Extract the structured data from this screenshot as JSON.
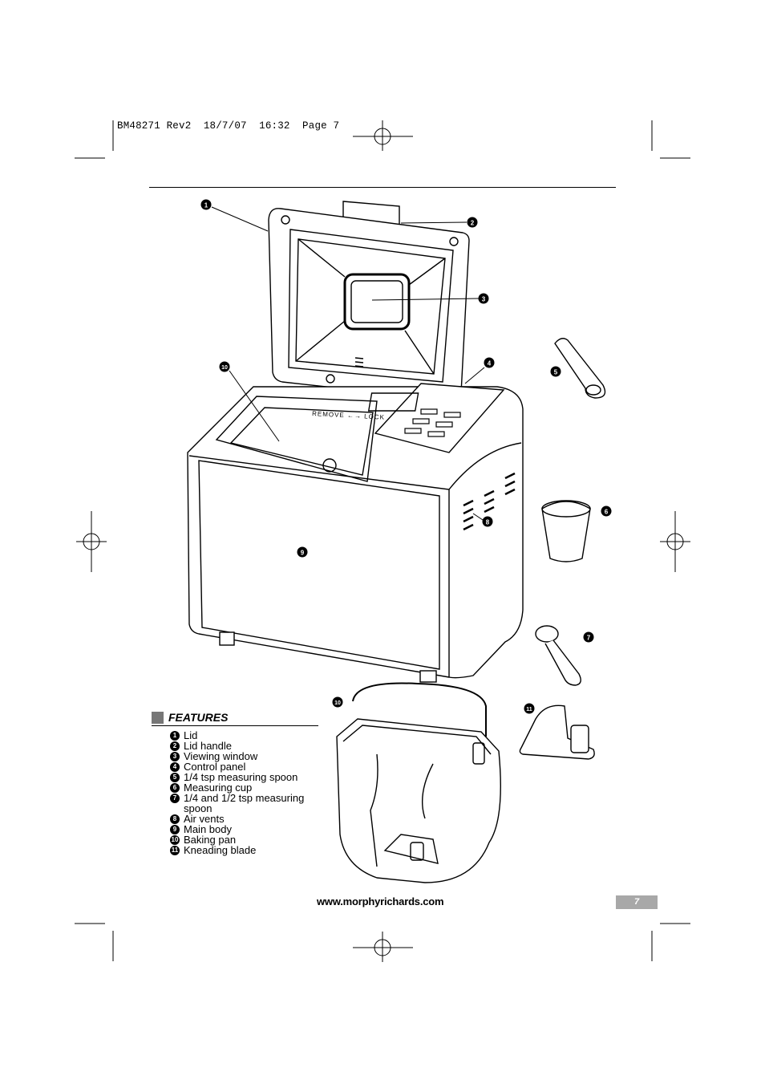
{
  "slug": "BM48271 Rev2  18/7/07  16:32  Page 7",
  "illustration": {
    "callouts": [
      "1",
      "2",
      "3",
      "4",
      "5",
      "6",
      "7",
      "8",
      "9",
      "10",
      "11"
    ],
    "pan_label": "REMOVE ←→ LOCK"
  },
  "features": {
    "title": "FEATURES",
    "items": [
      {
        "num": "1",
        "label": "Lid"
      },
      {
        "num": "2",
        "label": "Lid handle"
      },
      {
        "num": "3",
        "label": "Viewing window"
      },
      {
        "num": "4",
        "label": "Control panel"
      },
      {
        "num": "5",
        "label": "1/4 tsp measuring spoon"
      },
      {
        "num": "6",
        "label": "Measuring cup"
      },
      {
        "num": "7",
        "label": "1/4 and 1/2 tsp measuring spoon"
      },
      {
        "num": "8",
        "label": "Air vents"
      },
      {
        "num": "9",
        "label": "Main body"
      },
      {
        "num": "10",
        "label": "Baking pan"
      },
      {
        "num": "11",
        "label": "Kneading blade"
      }
    ]
  },
  "footer": {
    "url": "www.morphyrichards.com",
    "page_number": "7"
  }
}
